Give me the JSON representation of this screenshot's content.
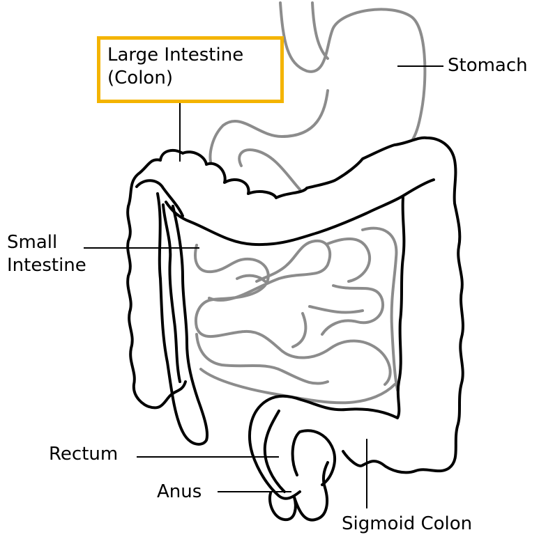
{
  "labels": {
    "large_intestine_line1": "Large Intestine",
    "large_intestine_line2": "(Colon)",
    "stomach": "Stomach",
    "small_intestine_line1": "Small",
    "small_intestine_line2": "Intestine",
    "rectum": "Rectum",
    "anus": "Anus",
    "sigmoid_colon": "Sigmoid Colon"
  },
  "colors": {
    "highlight": "#f4b400",
    "outline": "#000000",
    "inner_organs": "#8c8c8c"
  }
}
